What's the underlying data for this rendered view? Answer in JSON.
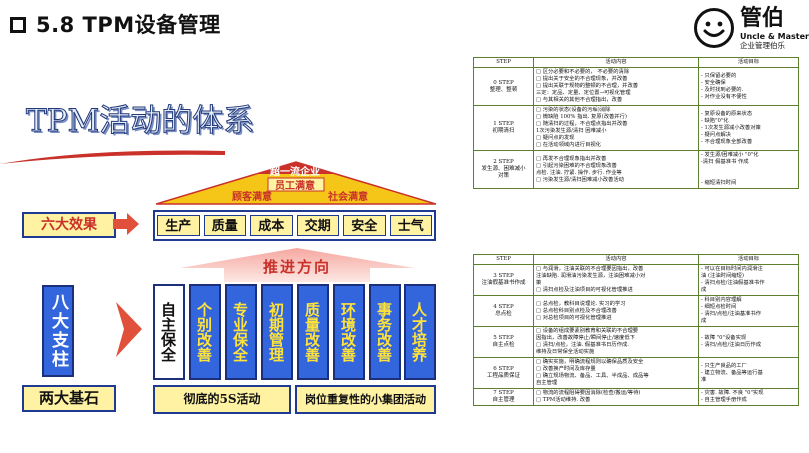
{
  "header": {
    "title": "5.8 TPM设备管理",
    "logo_name": "管伯",
    "logo_en": "Uncle & Master",
    "logo_cn": "企业管理伯乐"
  },
  "diagram": {
    "system_title": "TPM活动的体系",
    "six_effects_label": "六大效果",
    "effects": [
      "生产",
      "质量",
      "成本",
      "交期",
      "安全",
      "士气"
    ],
    "roof": {
      "top": "超一流企业",
      "middle": "员工满意",
      "left": "顾客满意",
      "right": "社会满意"
    },
    "promote_label": "推进方向",
    "eight_pillars_label": "八大支柱",
    "pillars": [
      "自主保全",
      "个别改善",
      "专业保全",
      "初期管理",
      "质量改善",
      "环境改善",
      "事务改善",
      "人才培养"
    ],
    "two_foundations_label": "两大基石",
    "foundations": [
      "彻底的5S活动",
      "岗位重复性的小集团活动"
    ],
    "colors": {
      "navy": "#1f3a93",
      "red": "#c9312a",
      "pale_yellow": "#fff2a2",
      "blue": "#3366dd",
      "gold": "#ffe23a"
    }
  },
  "table_1": {
    "headers": [
      "STEP",
      "活动内容",
      "活动目标"
    ],
    "rows": [
      {
        "step": [
          "0 STEP",
          "整理、整顿"
        ],
        "content": [
          "□ 区分必要和不必要的， 不必要的清除",
          "□ 提出关于安全的不合理现象，并改善",
          "□ 提出关联于规物的整顿的不合理，并改善",
          "    三定：定品、定量、定位置→可视化管理",
          "□ 与其相关的其他不合理指出，改善"
        ],
        "goals": [
          "- 只保留必要的",
          "- 安全确保",
          "- 及时找到必要的.",
          "- 对作业没有不便性"
        ]
      },
      {
        "step": [
          "1 STEP",
          "初期清扫"
        ],
        "content": [
          "□ 污染的状态(设备的污垢)消除",
          "□ 微缺陷 100% 指出. 复原(改善并行)",
          "□ 随清扫的过程，不合理点指出并改善",
          "    1次污染发生源/清扫 困难减小",
          "□ 疑问点的发现",
          "□ 在活动领域内进行目视化"
        ],
        "goals": [
          "- 复原设备的原来状态",
          "- 缺陷\"0\"化",
          "- 1次发生源减小改善对策",
          "- 疑问点解决",
          "- 不合理现象全部改善"
        ]
      },
      {
        "step": [
          "2 STEP",
          "发生源、困难减小",
          "对策"
        ],
        "content": [
          "□ 再发不合理现象指出并改善",
          "□ 引起污染困难的不合理现象改善",
          "    点检. 注油. 拧紧. 操作. 步行. 作业等",
          "□ 污染发生源/清扫困难减小改善活动"
        ],
        "goals": [
          "- 发生源/困难减小 \"0\"化",
          "-清扫 假基准书 作成",
          "",
          "",
          "- 缩短清扫时间"
        ]
      }
    ]
  },
  "table_2": {
    "headers": [
      "STEP",
      "活动内容",
      "活动目标"
    ],
    "rows": [
      {
        "step": [
          "3 STEP",
          "注油假基准书作成"
        ],
        "content": [
          "□ 与润滑，注油关联的不合理要因指出，改善",
          "    注油缺陷. 润滑油污染发生源，注油困难减小对",
          "    策",
          "□ 清扫点检及注油项目的可视化管理推进"
        ],
        "goals": [
          "- 可以在目标时间内润滑注",
          "    油 (注油时间缩短)",
          "- 清扫点检/注油假基准书作",
          "    成"
        ]
      },
      {
        "step": [
          "4 STEP",
          "总点检"
        ],
        "content": [
          "□ 总点检，教科目说理论. 实习的学习",
          "□ 总点检科目别点检及不合理改善",
          "□ 对总检项目的可视化管理推进"
        ],
        "goals": [
          "- 科目别内容理解",
          "- 细短点检时间",
          "- 清扫/点检/注油基准书作",
          "    成"
        ]
      },
      {
        "step": [
          "5 STEP",
          "自主点检"
        ],
        "content": [
          "□ 设备的组成要素别教育和关联的不合理要",
          "    因指出，改善故障停止/瞬间停止/速度低下",
          "□ 清扫/点检，注油. 假基准书日历作成.",
          "    维持及日常保全活动实施"
        ],
        "goals": [
          "- 故障 \"0\"设备实现",
          "- 清扫/点检/注油日历作成"
        ]
      },
      {
        "step": [
          "6 STEP",
          "工程品质保证"
        ],
        "content": [
          "□ 确实实施，明确流程规则以确保品质及安全",
          "□ 改善换产时间及库存量",
          "□ 确立规场物流、备品、工具、半成品、成品等",
          "    自主管理"
        ],
        "goals": [
          "- 只生产良品的工厂",
          "- 建立物流、备品等运行基",
          "    准"
        ]
      },
      {
        "step": [
          "7 STEP",
          "自主管理"
        ],
        "content": [
          "□ 物流的流程阻碍要因消除(检查/搬运/等待)",
          "□ TPM活动维持. 改善"
        ],
        "goals": [
          "- 灾害. 故障. 不良 \"0\"实现",
          "- 自主管理手册作成"
        ]
      }
    ]
  }
}
